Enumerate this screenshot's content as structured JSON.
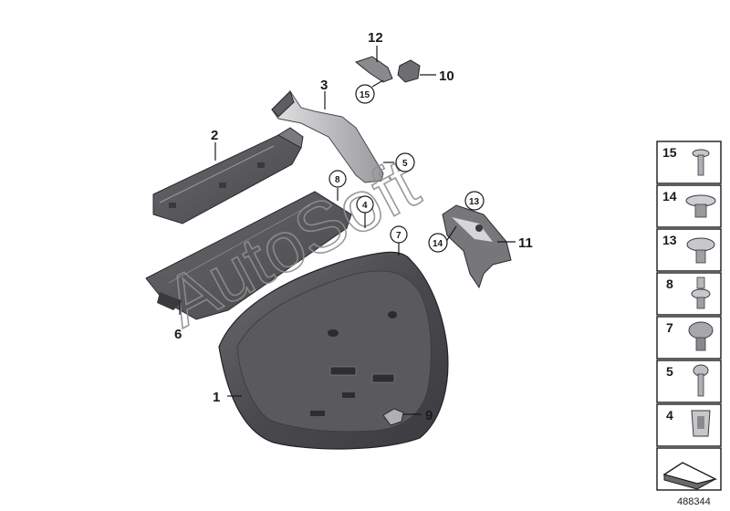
{
  "watermark": "AutoSoft",
  "diagram_id": "488344",
  "callouts": {
    "c1": "1",
    "c2": "2",
    "c3": "3",
    "c4": "4",
    "c5": "5",
    "c6": "6",
    "c7": "7",
    "c8": "8",
    "c9": "9",
    "c10": "10",
    "c11": "11",
    "c12": "12",
    "c13": "13",
    "c14": "14",
    "c15": "15"
  },
  "legend": [
    "15",
    "14",
    "13",
    "8",
    "7",
    "5",
    "4"
  ],
  "colors": {
    "part_dark": "#5a5a5e",
    "part_mid": "#8a8a8f",
    "part_light": "#c8c8cc",
    "line": "#1a1a1a"
  }
}
